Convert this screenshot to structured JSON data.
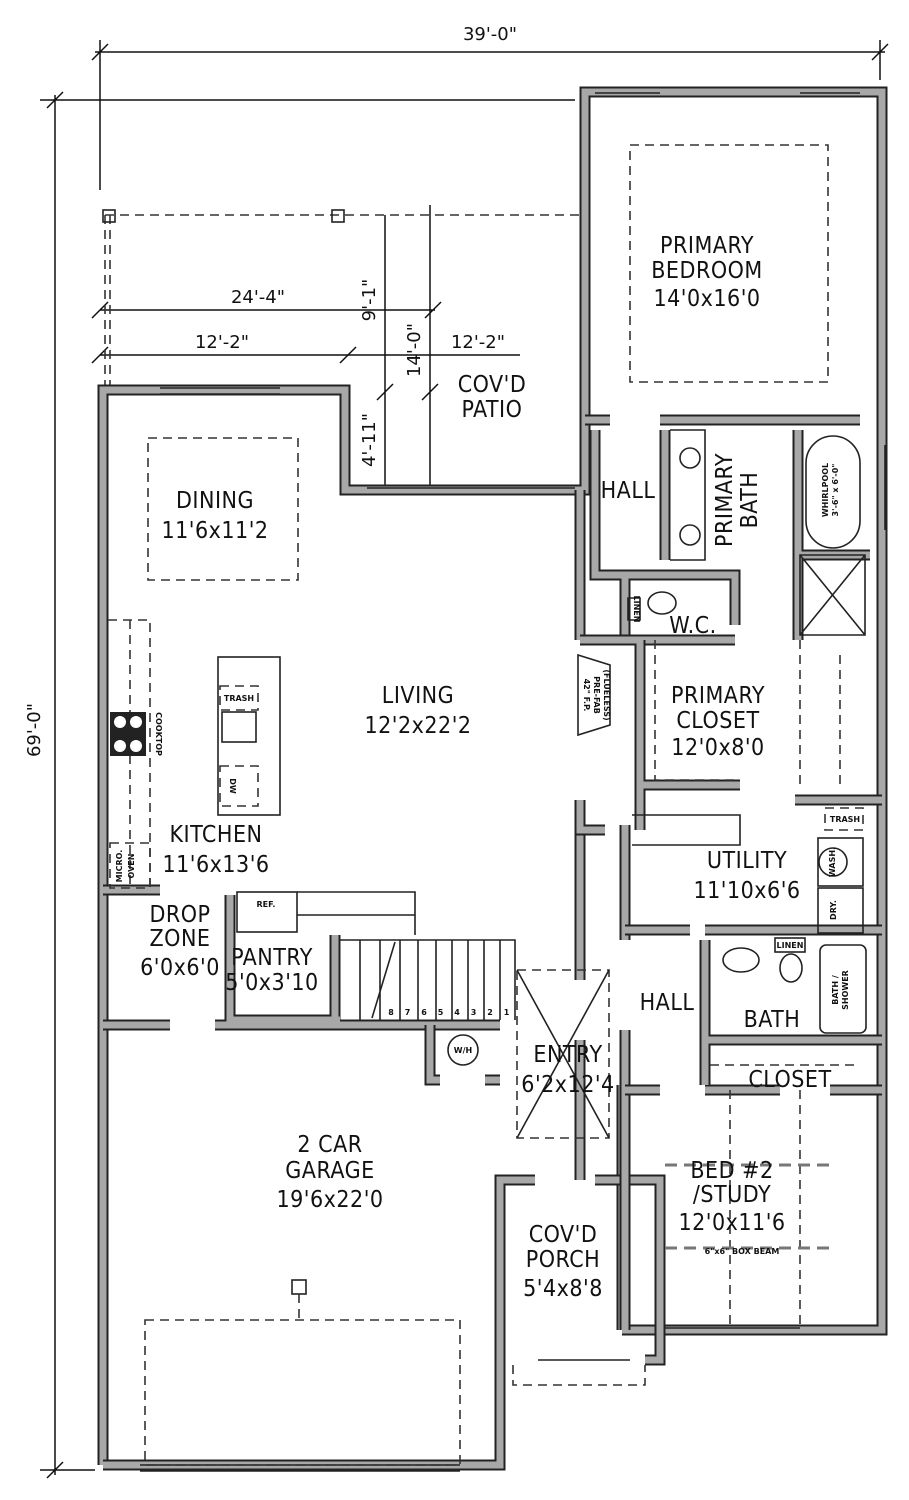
{
  "overall_dimensions": {
    "width": "39'-0\"",
    "depth": "69'-0\""
  },
  "patio_dimensions": {
    "total_width": "24'-4\"",
    "left_width": "12'-2\"",
    "right_width": "12'-2\"",
    "depth": "14'-0\"",
    "upper_depth": "9'-1\"",
    "lower_depth": "4'-11\""
  },
  "rooms": {
    "primary_bedroom": {
      "name_line1": "PRIMARY",
      "name_line2": "BEDROOM",
      "size": "14'0x16'0"
    },
    "patio": {
      "name_line1": "COV'D",
      "name_line2": "PATIO"
    },
    "dining": {
      "name": "DINING",
      "size": "11'6x11'2"
    },
    "hall_upper": {
      "name": "HALL"
    },
    "primary_bath": {
      "name_line1": "PRIMARY",
      "name_line2": "BATH"
    },
    "wc": {
      "name": "W.C."
    },
    "living": {
      "name": "LIVING",
      "size": "12'2x22'2"
    },
    "primary_closet": {
      "name_line1": "PRIMARY",
      "name_line2": "CLOSET",
      "size": "12'0x8'0"
    },
    "kitchen": {
      "name": "KITCHEN",
      "size": "11'6x13'6"
    },
    "utility": {
      "name": "UTILITY",
      "size": "11'10x6'6"
    },
    "drop_zone": {
      "name_line1": "DROP",
      "name_line2": "ZONE",
      "size": "6'0x6'0"
    },
    "pantry": {
      "name": "PANTRY",
      "size": "5'0x3'10"
    },
    "hall_lower": {
      "name": "HALL"
    },
    "bath": {
      "name": "BATH"
    },
    "entry": {
      "name": "ENTRY",
      "size": "6'2x12'4"
    },
    "closet": {
      "name": "CLOSET"
    },
    "garage": {
      "name_line1": "2 CAR",
      "name_line2": "GARAGE",
      "size": "19'6x22'0"
    },
    "bed2": {
      "name_line1": "BED #2",
      "name_line2": "/STUDY",
      "size": "12'0x11'6"
    },
    "porch": {
      "name_line1": "COV'D",
      "name_line2": "PORCH",
      "size": "5'4x8'8"
    }
  },
  "fixtures": {
    "trash_kitchen": "TRASH",
    "dishwasher": "DW",
    "cooktop": "COOKTOP",
    "micro_oven_line1": "MICRO.",
    "micro_oven_line2": "OVEN",
    "refrigerator": "REF.",
    "water_heater": "W/H",
    "linen_wc": "LINEN",
    "linen_bath": "LINEN",
    "washer": "WASH.",
    "dryer": "DRY.",
    "trash_utility": "TRASH",
    "bath_shower_line1": "BATH /",
    "bath_shower_line2": "SHOWER",
    "whirlpool_line1": "WHIRLPOOL",
    "whirlpool_line2": "3'-6\" x 6'-0\"",
    "fireplace_line1": "42\" F.P.",
    "fireplace_line2": "PRE-FAB",
    "fireplace_line3": "(FLUELESS)",
    "box_beam": "6\"x6\" BOX BEAM"
  },
  "stair_steps": [
    "8",
    "7",
    "6",
    "5",
    "4",
    "3",
    "2",
    "1"
  ]
}
